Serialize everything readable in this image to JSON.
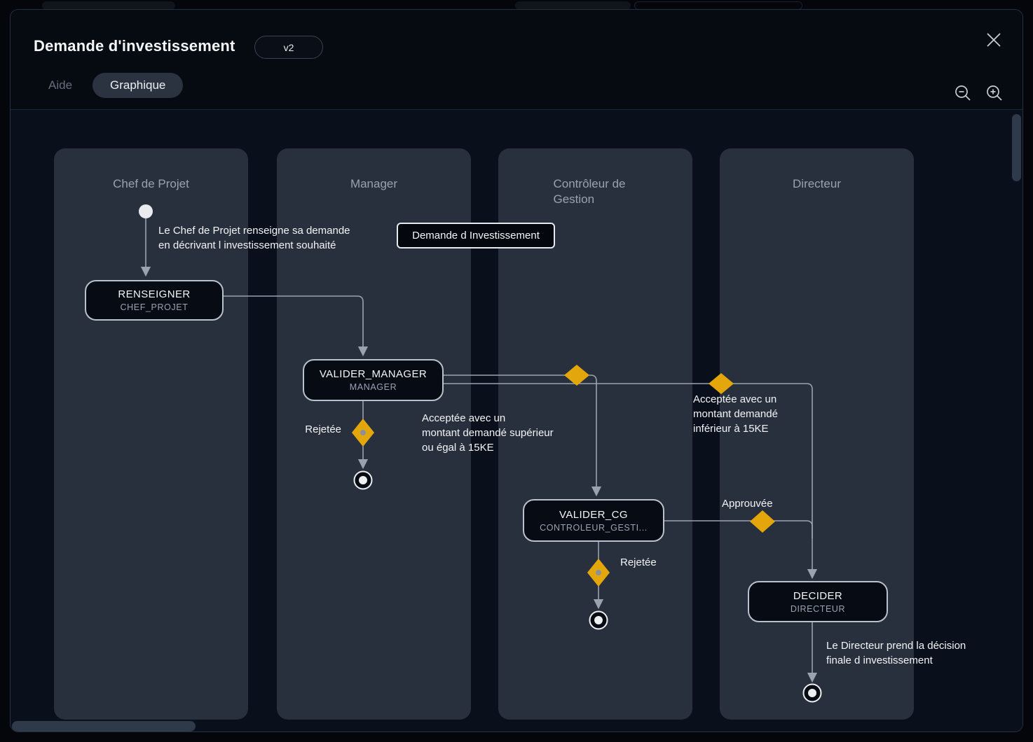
{
  "modal": {
    "title": "Demande d'investissement",
    "version_badge": "v2",
    "tabs": [
      {
        "label": "Aide",
        "active": false
      },
      {
        "label": "Graphique",
        "active": true
      }
    ]
  },
  "icons": {
    "close": "close-icon",
    "zoom_out": "zoom-out-icon",
    "zoom_in": "zoom-in-icon"
  },
  "diagram": {
    "lanes": [
      {
        "title": "Chef de Projet"
      },
      {
        "title": "Manager"
      },
      {
        "title": "Contrôleur de Gestion"
      },
      {
        "title": "Directeur"
      }
    ],
    "nodes": {
      "renseigner": {
        "title": "RENSEIGNER",
        "subtitle": "CHEF_PROJET"
      },
      "valider_manager": {
        "title": "VALIDER_MANAGER",
        "subtitle": "MANAGER"
      },
      "valider_cg": {
        "title": "VALIDER_CG",
        "subtitle": "CONTROLEUR_GESTI..."
      },
      "decider": {
        "title": "DECIDER",
        "subtitle": "DIRECTEUR"
      }
    },
    "data_object": "Demande d Investissement",
    "annotations": {
      "start_note": "Le Chef de Projet renseigne sa demande\nen décrivant l investissement souhaité",
      "director_note": "Le Directeur prend la décision\nfinale d investissement"
    },
    "edge_labels": {
      "rejetee_manager": "Rejetée",
      "acceptee_sup": "Acceptée avec un\nmontant demandé supérieur\nou égal à 15KE",
      "acceptee_inf": "Acceptée avec un\nmontant demandé\ninférieur à 15KE",
      "approuvee": "Approuvée",
      "rejetee_cg": "Rejetée"
    },
    "colors": {
      "gateway_diamond": "#E4A70B",
      "gateway_dot": "#8A909B",
      "edge": "#99A2AE",
      "node_border": "#B9C1CC",
      "lane_fill": "#29303D",
      "canvas_bg": "#0A0F1C"
    }
  }
}
